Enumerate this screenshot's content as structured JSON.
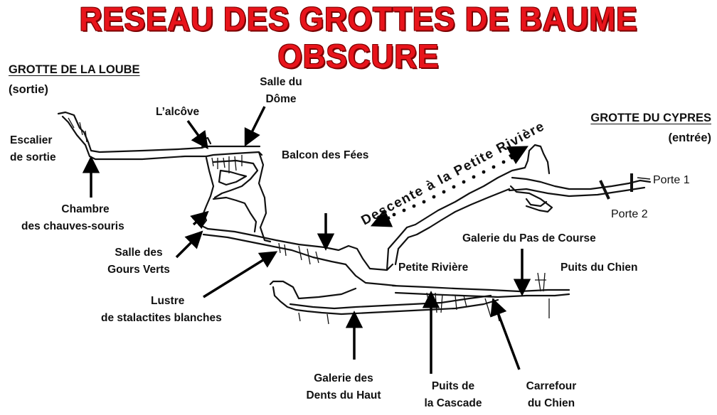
{
  "title": "RESEAU DES GROTTES DE BAUME OBSCURE",
  "labels": {
    "loube_title": "GROTTE DE LA LOUBE",
    "loube_sub": "(sortie)",
    "salle_dome_1": "Salle du",
    "salle_dome_2": "Dôme",
    "alcove": "L’alcôve",
    "escalier_1": "Escalier",
    "escalier_2": "de sortie",
    "balcon": "Balcon des Fées",
    "cypres_title": "GROTTE DU CYPRES",
    "cypres_sub": "(entrée)",
    "porte1": "Porte 1",
    "porte2": "Porte 2",
    "chambre_1": "Chambre",
    "chambre_2": "des chauves-souris",
    "descente": "Descente à la Petite Rivière",
    "pas_course": "Galerie du Pas de Course",
    "gours_1": "Salle des",
    "gours_2": "Gours Verts",
    "petite_riviere": "Petite Rivière",
    "puits_chien": "Puits du Chien",
    "lustre_1": "Lustre",
    "lustre_2": "de stalactites blanches",
    "dents_1": "Galerie des",
    "dents_2": "Dents du Haut",
    "cascade_1": "Puits de",
    "cascade_2": "la Cascade",
    "carrefour_1": "Carrefour",
    "carrefour_2": "du Chien"
  }
}
